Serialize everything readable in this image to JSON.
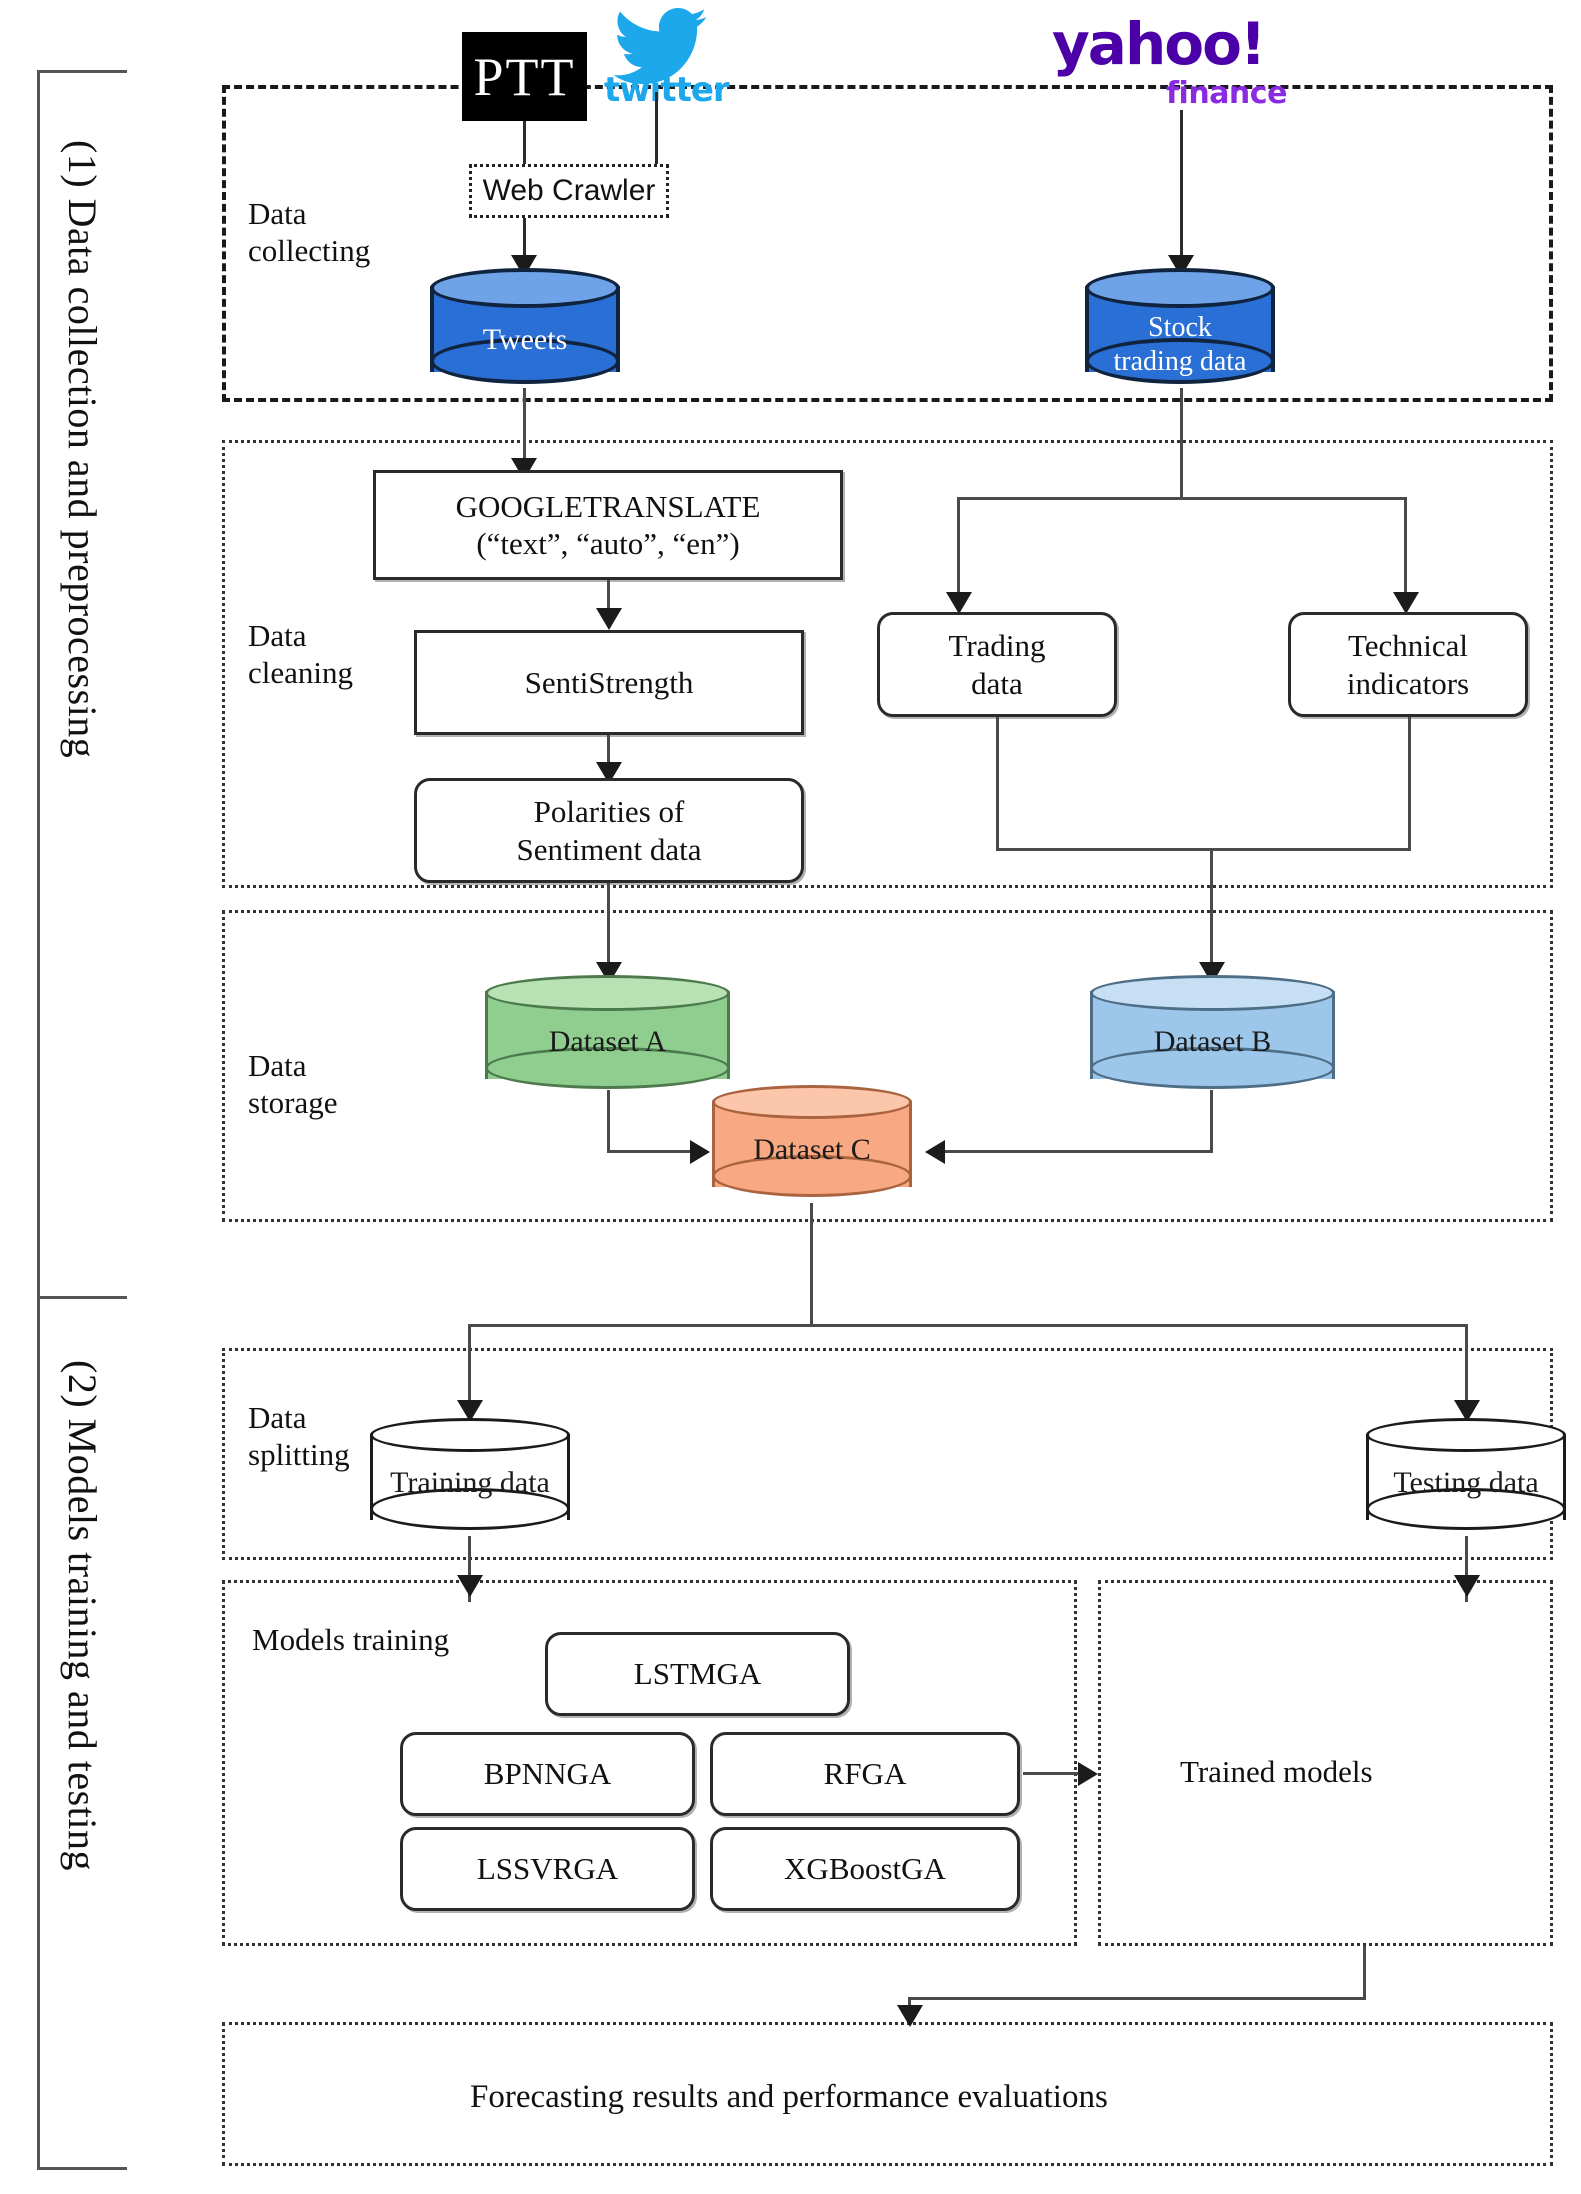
{
  "phases": [
    {
      "id": "phase-1",
      "label": "(1) Data collection and preprocessing"
    },
    {
      "id": "phase-2",
      "label": "(2) Models training and testing"
    }
  ],
  "stages": [
    {
      "id": "data-collecting",
      "label": "Data\ncollecting"
    },
    {
      "id": "data-cleaning",
      "label": "Data\ncleaning"
    },
    {
      "id": "data-storage",
      "label": "Data\nstorage"
    },
    {
      "id": "data-splitting",
      "label": "Data\nsplitting"
    },
    {
      "id": "models-training",
      "label": "Models training"
    }
  ],
  "sources": {
    "ptt": "PTT",
    "twitter_wordmark": "twitter",
    "yahoo_wordmark": "yahoo!",
    "yahoo_sub": "finance",
    "twitter_color": "#1da8ec",
    "yahoo_color": "#4b00a8",
    "yahoo_sub_color": "#8a2be2"
  },
  "collecting": {
    "web_crawler": "Web Crawler",
    "tweets": "Tweets",
    "stock_trading": "Stock\ntrading data",
    "cylinder_color": "#2a6fd6",
    "cylinder_top_color": "#6fa3e8"
  },
  "cleaning": {
    "google_translate": "GOOGLETRANSLATE\n(“text”, “auto”, “en”)",
    "sentistrength": "SentiStrength",
    "polarities": "Polarities  of\nSentiment data",
    "trading_data": "Trading\ndata",
    "technical_indicators": "Technical\nindicators"
  },
  "storage": {
    "dataset_a": "Dataset A",
    "dataset_b": "Dataset B",
    "dataset_c": "Dataset C",
    "a_color": "#8fce8f",
    "a_top_color": "#b9e2b4",
    "b_color": "#9dc7ea",
    "b_top_color": "#c6dff4",
    "c_color": "#f8a883",
    "c_top_color": "#fbc6a9"
  },
  "splitting": {
    "training_data": "Training  data",
    "testing_data": "Testing  data"
  },
  "training": {
    "models": [
      "LSTMGA",
      "BPNNGA",
      "RFGA",
      "LSSVRGA",
      "XGBoostGA"
    ],
    "trained_models": "Trained models"
  },
  "results": {
    "forecasting": "Forecasting results and performance evaluations"
  }
}
